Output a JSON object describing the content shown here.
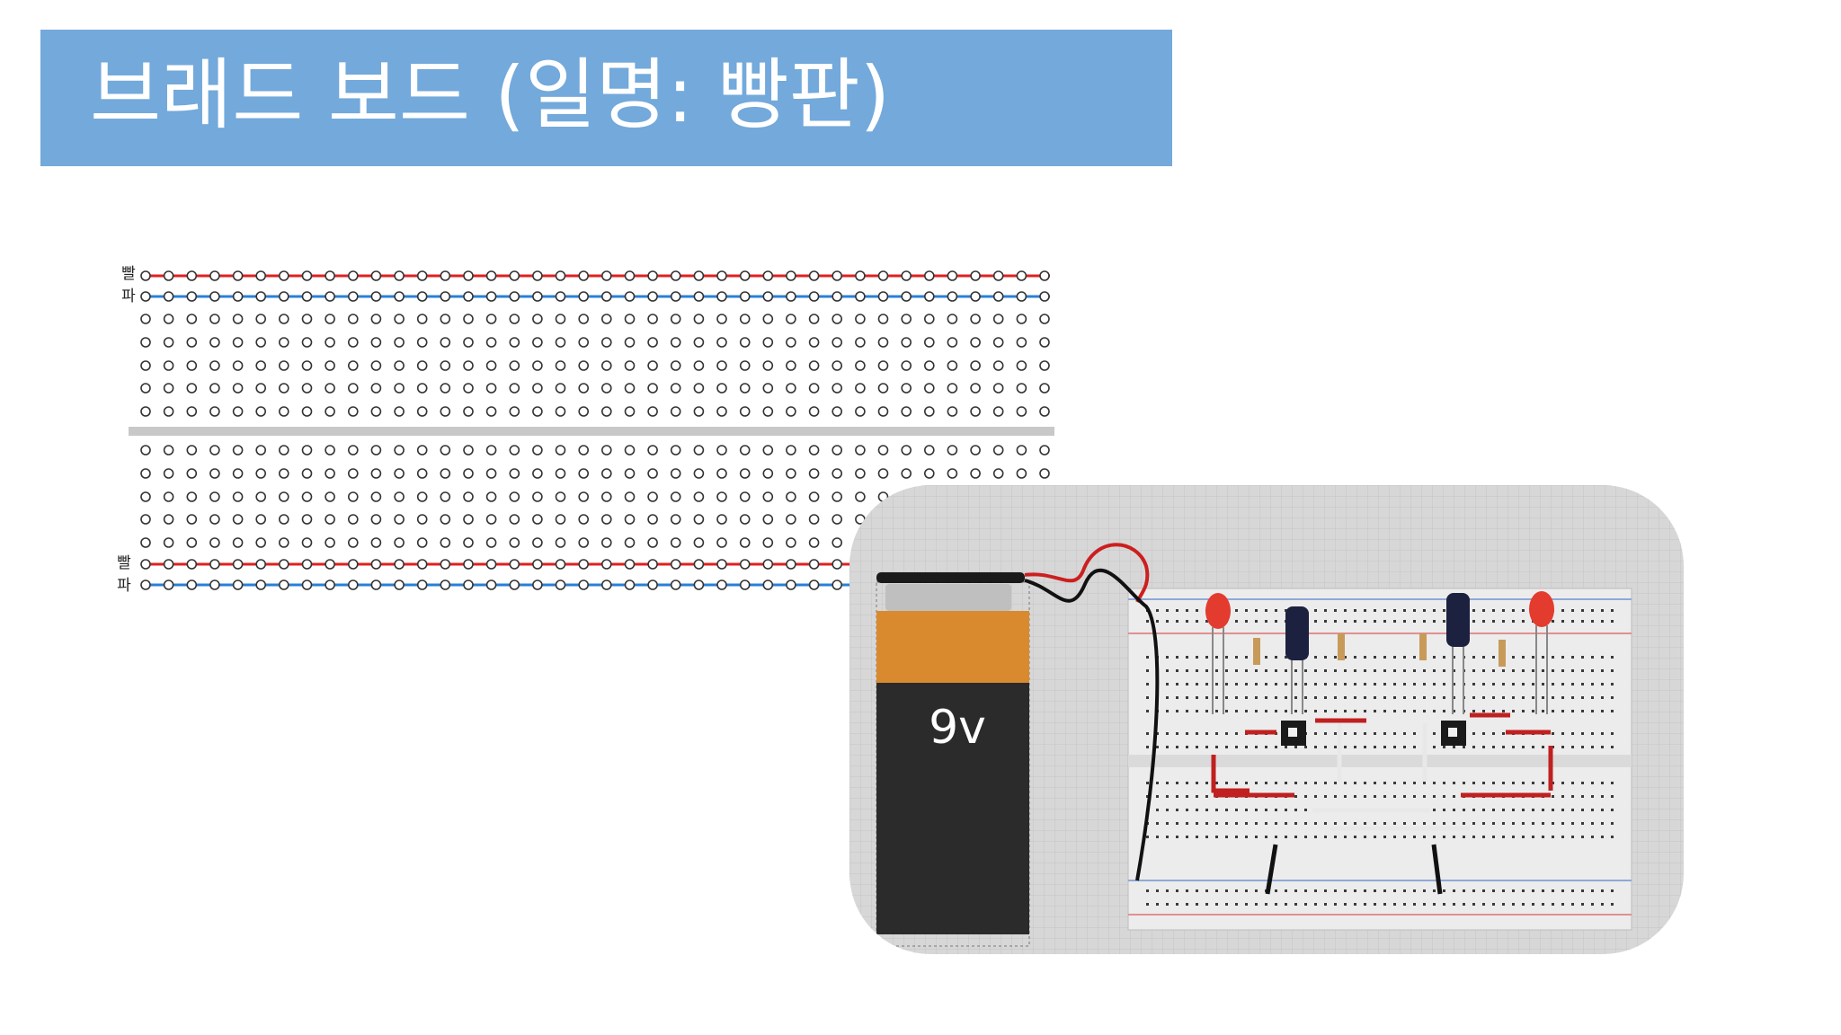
{
  "slide": {
    "title": "브래드 보드 (일명: 빵판)"
  },
  "breadboard_diagram": {
    "top_rail_labels": {
      "red": "빨",
      "blue": "파"
    },
    "bottom_rail_labels": {
      "red": "빨",
      "blue": "파"
    },
    "colors": {
      "red_rail": "#e02020",
      "blue_rail": "#2a7fd6",
      "divider": "#c8c8c8",
      "hole": "#333333"
    },
    "columns": 40,
    "rows_per_half": 5
  },
  "circuit_photo": {
    "battery_label": "9v",
    "colors": {
      "battery_top": "#d98a2e",
      "battery_body": "#2b2b2b",
      "led": "#e33b2e",
      "capacitor": "#1d2140",
      "wire_red": "#cc1f1f",
      "wire_black": "#111111"
    }
  }
}
